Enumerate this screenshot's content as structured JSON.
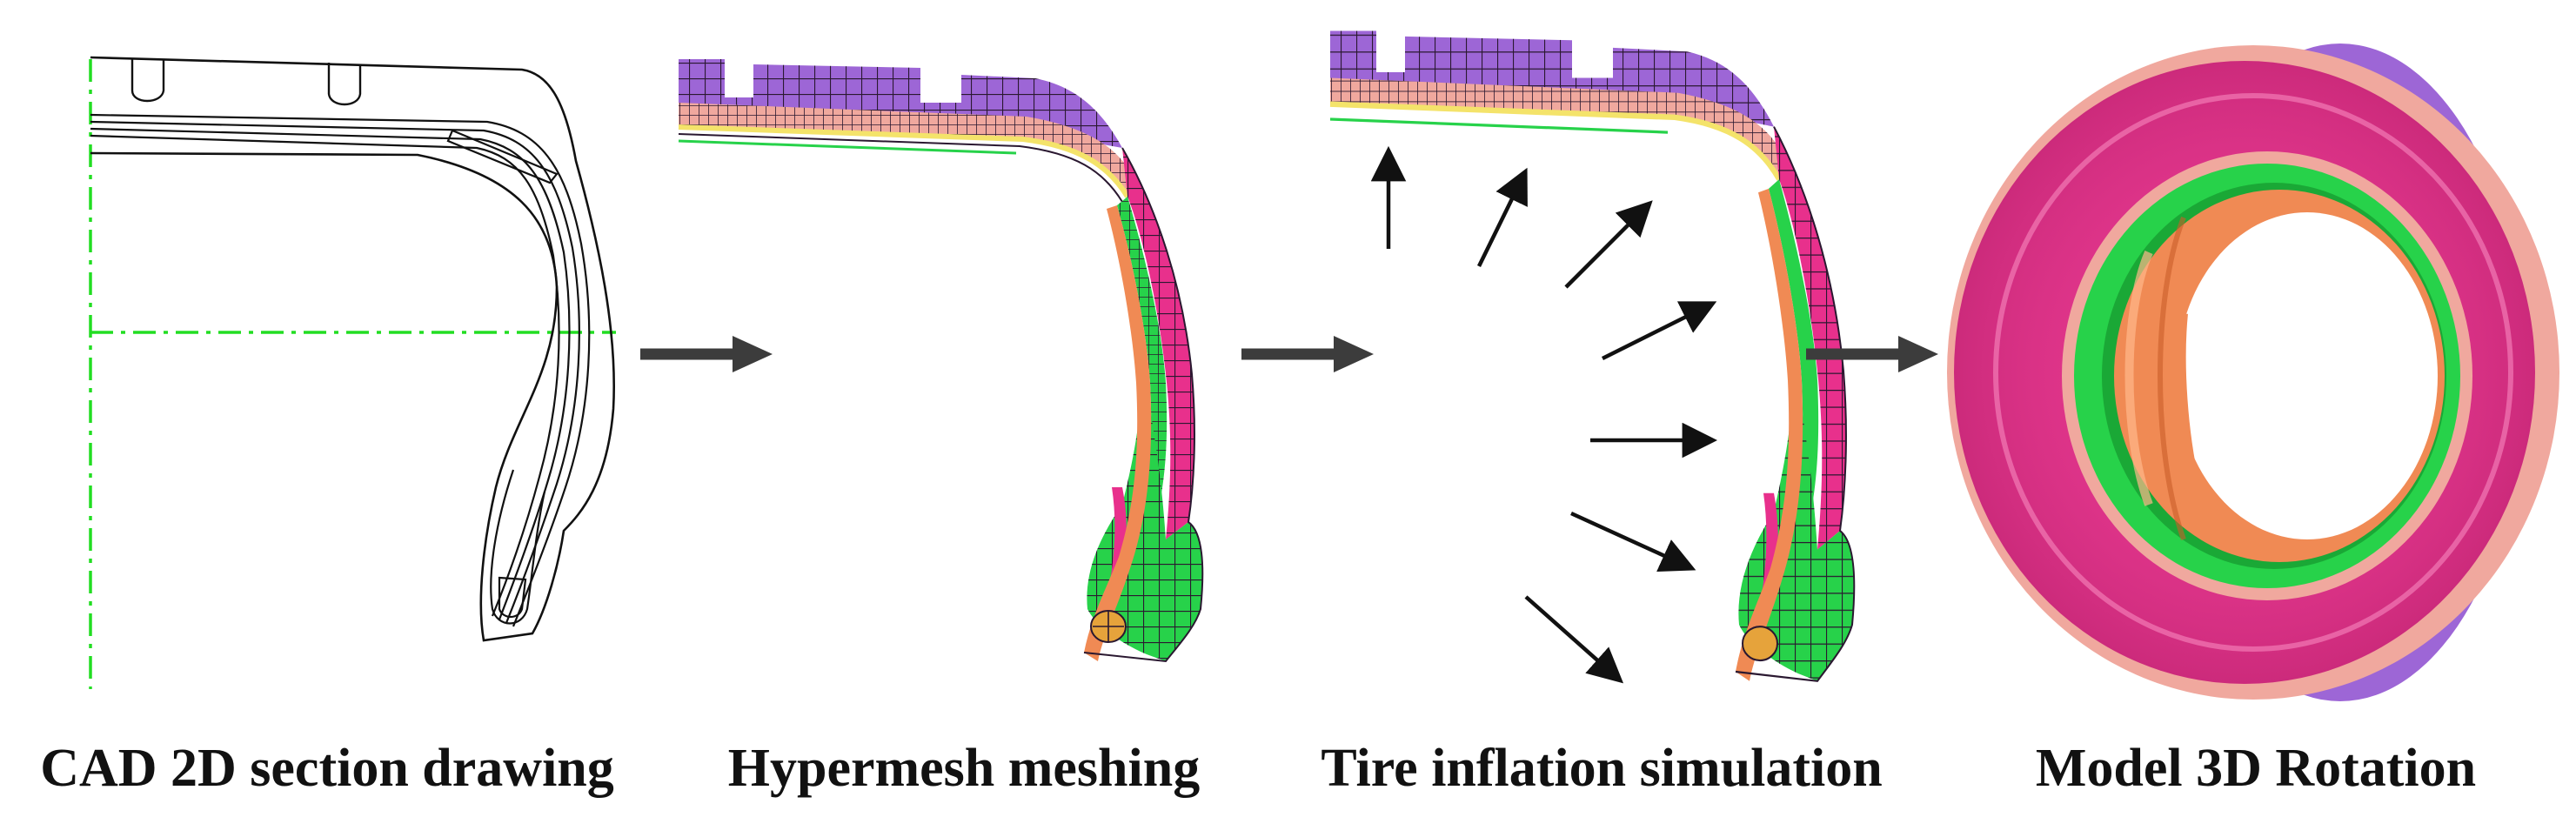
{
  "steps": [
    {
      "caption": "CAD 2D section drawing"
    },
    {
      "caption": "Hypermesh meshing"
    },
    {
      "caption": "Tire inflation simulation"
    },
    {
      "caption": "Model 3D Rotation"
    }
  ],
  "colors": {
    "cad_line": "#111111",
    "centerline": "#22dd22",
    "tread_purple": "#9d66d6",
    "tread_purple_dark": "#6f3fb0",
    "undertread_pink": "#f0a89e",
    "belt_yellow": "#f4e36a",
    "sidewall_magenta": "#e8308c",
    "sidewall_magenta_dark": "#b01a66",
    "apex_green": "#27d24a",
    "innerliner_orange": "#f08a54",
    "bead_orange": "#e6a33b",
    "mesh_line": "#2a1830",
    "flow_arrow": "#3c3c3c",
    "pressure_arrow": "#111111"
  },
  "icons": {
    "flow": "arrow-right-icon",
    "pressure": "pressure-arrow-icon"
  }
}
